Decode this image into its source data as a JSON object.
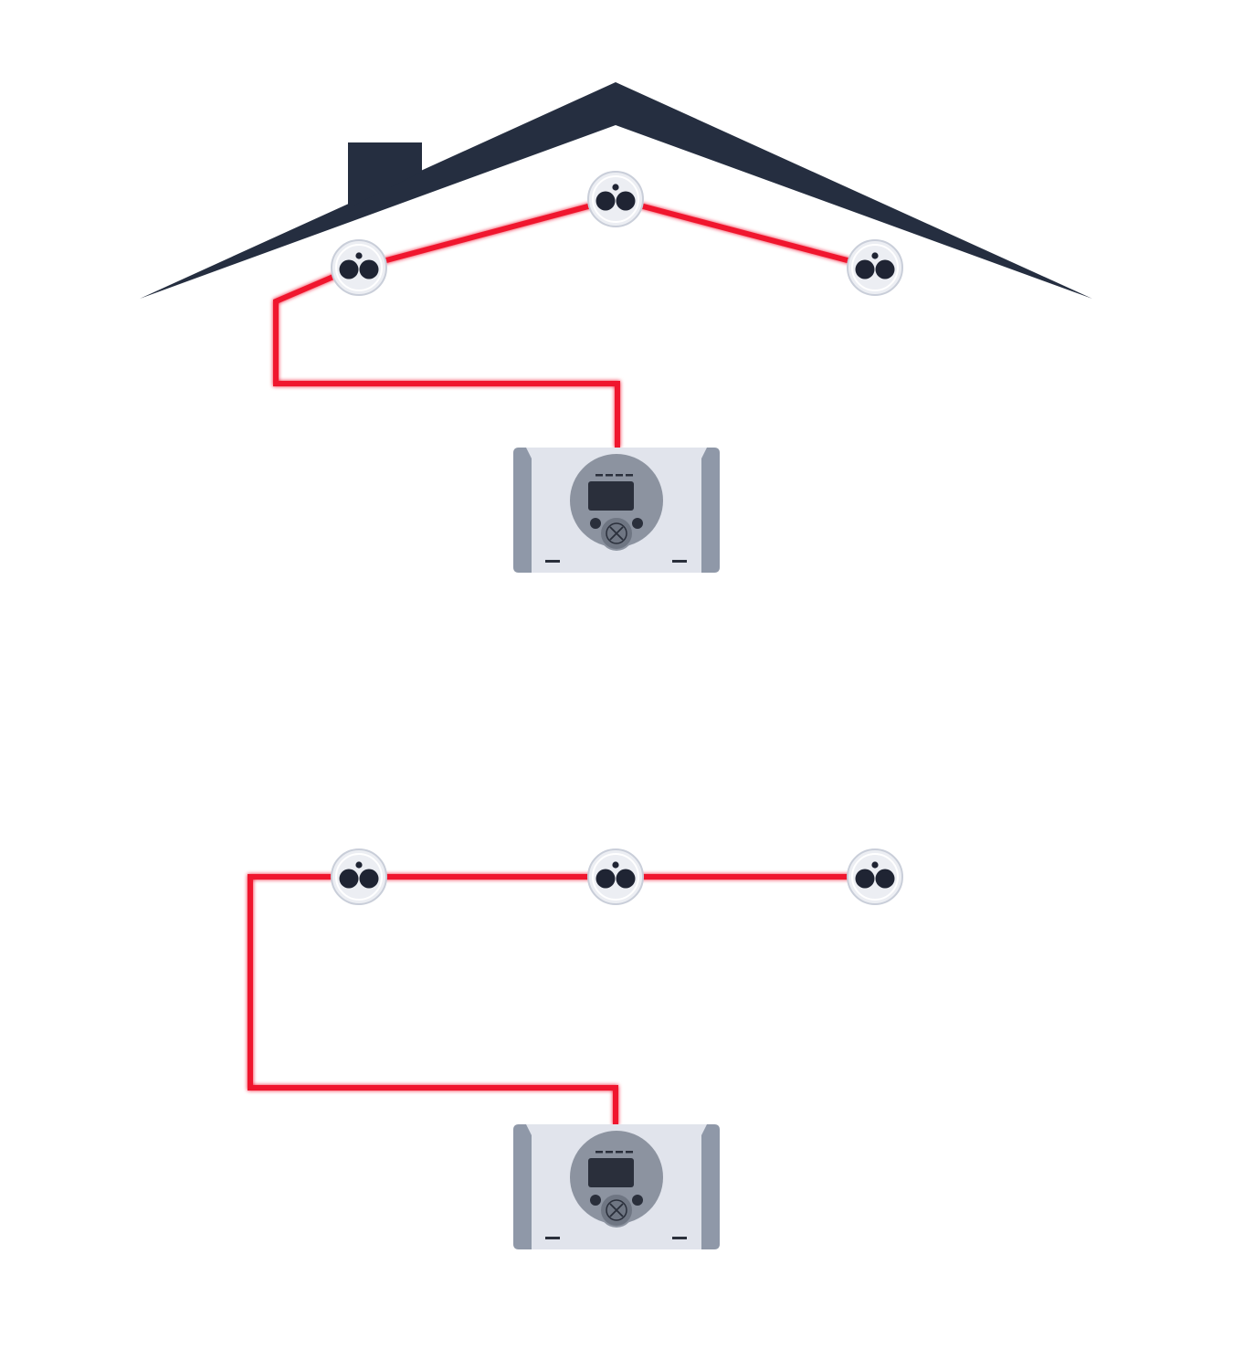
{
  "colors": {
    "roof": "#252e40",
    "wire": "#f0142f",
    "wire_glow": "#ffb3bd",
    "detector_face": "#eceef3",
    "detector_rim": "#c9ced9",
    "detector_sensor": "#1f2433",
    "panel_body": "#e1e4ec",
    "panel_side": "#8f98a8",
    "panel_dial": "#8c93a0",
    "panel_screen": "#2a2f3b",
    "panel_button": "#6f7683",
    "panel_mark": "#2a2f3b"
  },
  "icons": {
    "detector": "smoke-detector-icon",
    "panel": "control-panel-icon",
    "roof": "house-roof-icon"
  },
  "diagrams": [
    {
      "name": "roof-layout",
      "has_roof": true,
      "detector_count": 3
    },
    {
      "name": "straight-layout",
      "has_roof": false,
      "detector_count": 3
    }
  ]
}
